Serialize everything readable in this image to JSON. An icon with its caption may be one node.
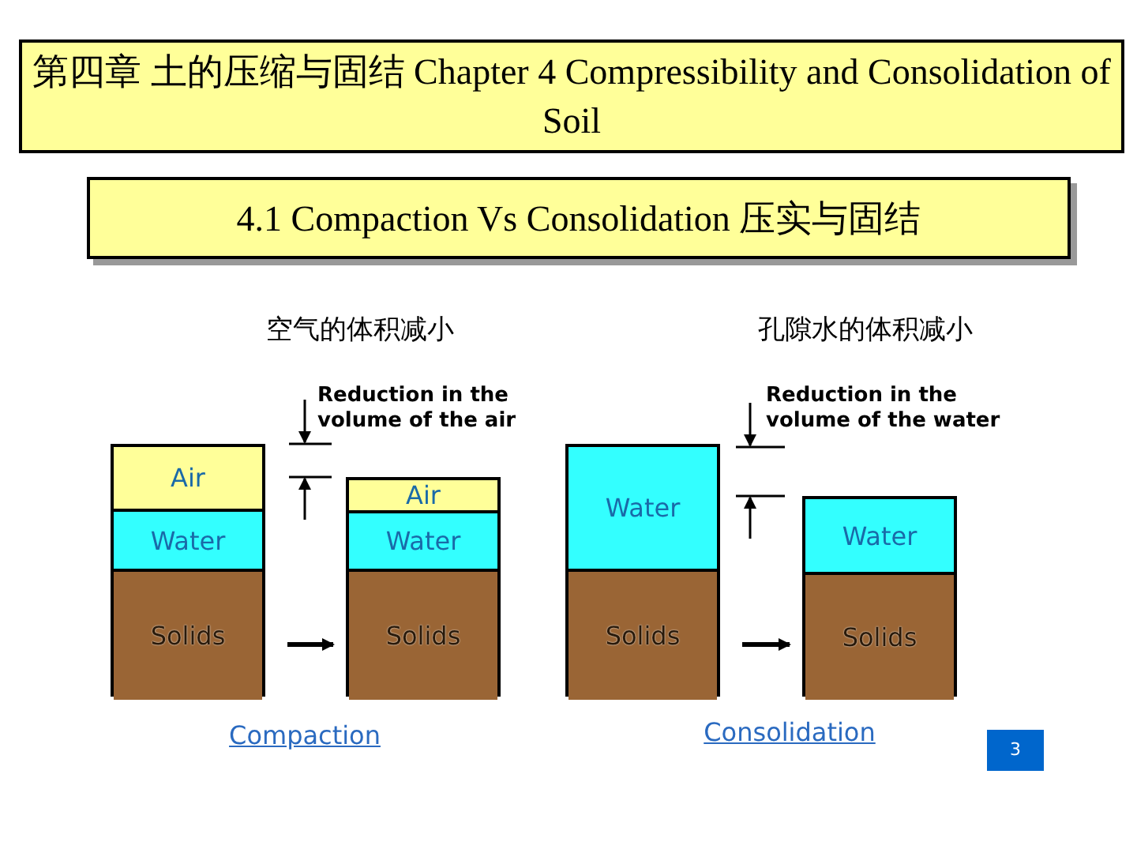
{
  "diagram": {
    "title": "第四章 土的压缩与固结 Chapter 4 Compressibility and Consolidation of Soil",
    "nodes": [
      {
        "text": [
          "4.1 Compaction Vs Consolidation 压实与固结"
        ]
      },
      {
        "text": [],
        "shape": "box"
      },
      {
        "text": [
          "Air"
        ],
        "in": 1
      },
      {
        "text": [
          "Water"
        ],
        "in": 1
      },
      {
        "text": [
          "Solids"
        ],
        "in": 1
      },
      {
        "text": [],
        "shape": "box"
      },
      {
        "text": [
          "Air"
        ],
        "in": 5
      },
      {
        "text": [
          "Water"
        ],
        "in": 5
      },
      {
        "text": [
          "Solids"
        ],
        "in": 5
      },
      {
        "text": [],
        "shape": "box"
      },
      {
        "text": [
          "Water"
        ],
        "in": 9
      },
      {
        "text": [
          "Solids"
        ],
        "in": 9
      },
      {
        "text": [],
        "shape": "box"
      },
      {
        "text": [
          "Water"
        ],
        "in": 12
      },
      {
        "text": [
          "Solids"
        ],
        "in": 12
      }
    ],
    "edges": [
      {
        "from": 1,
        "to": 5,
        "arrow": "to"
      },
      {
        "from": 9,
        "to": 12,
        "arrow": "to"
      }
    ],
    "labels": [
      "空气的体积减小",
      "孔隙水的体积减小",
      "Reduction in the volume of the air",
      "Reduction in the volume of the water",
      "Compaction",
      "Consolidation",
      "3"
    ]
  }
}
